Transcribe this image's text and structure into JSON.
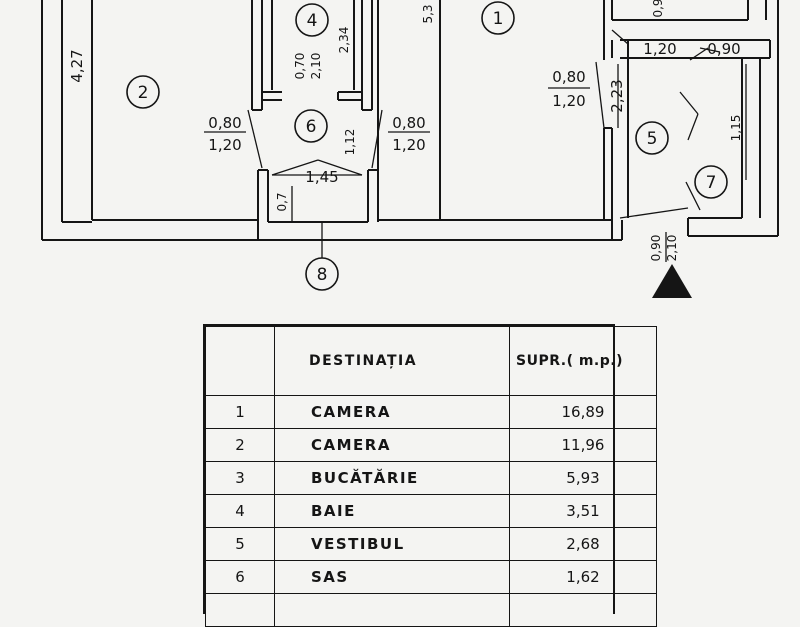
{
  "plan": {
    "rooms": [
      {
        "id": "1",
        "name": "room-1-marker"
      },
      {
        "id": "2",
        "name": "room-2-marker"
      },
      {
        "id": "4",
        "name": "room-4-marker"
      },
      {
        "id": "5",
        "name": "room-5-marker"
      },
      {
        "id": "6",
        "name": "room-6-marker"
      },
      {
        "id": "7",
        "name": "room-7-marker"
      },
      {
        "id": "8",
        "name": "room-8-marker"
      }
    ],
    "dimensions": {
      "height_left": "4,27",
      "bath_w": "0,70",
      "bath_h1": "2,10",
      "bath_h2": "2,34",
      "room1_h": "5,3",
      "door_left_top": "0,80",
      "door_left_bottom": "1,20",
      "door_right_top": "0,80",
      "door_right_bottom": "1,20",
      "sas_h": "1,12",
      "sas_w": "1,45",
      "sas_small": "0,7",
      "door_r1_top": "0,80",
      "door_r1_bottom": "1,20",
      "vest_h": "2,23",
      "dim_120": "1,20",
      "dim_090": "0,90",
      "dim_115": "1,15",
      "entry_top": "0,90",
      "entry_bottom": "2,10",
      "corner_top": "0,9"
    }
  },
  "table": {
    "headers": {
      "num": "",
      "dest": "DESTINAȚIA",
      "supr": "SUPR.( m.p.)"
    },
    "rows": [
      {
        "num": "1",
        "dest": "CAMERA",
        "supr": "16,89"
      },
      {
        "num": "2",
        "dest": "CAMERA",
        "supr": "11,96"
      },
      {
        "num": "3",
        "dest": "BUCĂTĂRIE",
        "supr": "5,93"
      },
      {
        "num": "4",
        "dest": "BAIE",
        "supr": "3,51"
      },
      {
        "num": "5",
        "dest": "VESTIBUL",
        "supr": "2,68"
      },
      {
        "num": "6",
        "dest": "SAS",
        "supr": "1,62"
      },
      {
        "num": "",
        "dest": "",
        "supr": ""
      }
    ]
  }
}
